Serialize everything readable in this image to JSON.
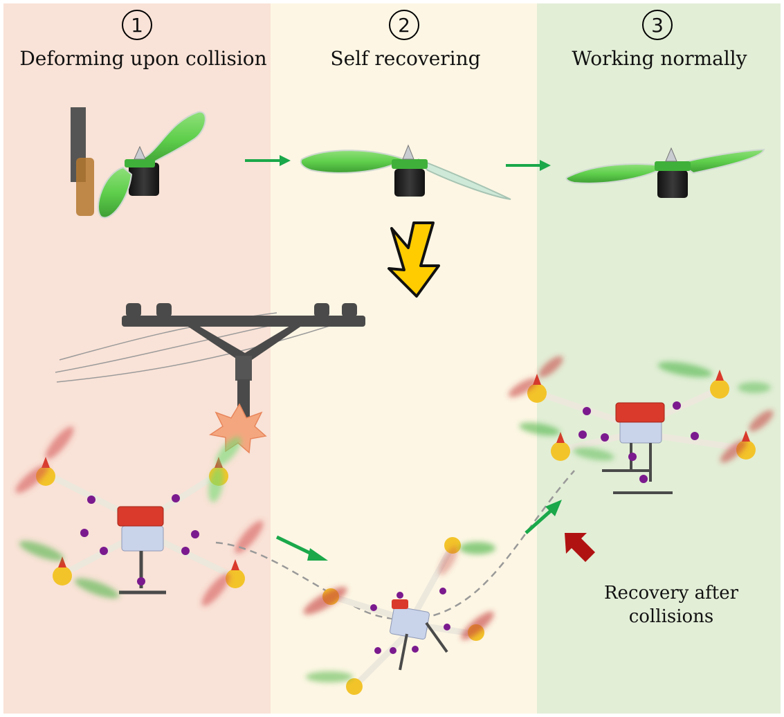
{
  "colors": {
    "panel_1_bg": "#f9e2d7",
    "panel_2_bg": "#fdf6e4",
    "panel_3_bg": "#e2eed6",
    "blade_green": "#5fcf4c",
    "arrow_green": "#1aa84a",
    "big_arrow_yellow": "#ffcc00",
    "impact_arrow_red": "#b01212",
    "pole_gray": "#4a4a4a",
    "frame_white": "#ece8dc",
    "joint_purple": "#7b1a8e",
    "motor_yellow": "#f3c42a",
    "battery_red": "#d93a2b"
  },
  "stages": [
    {
      "number": "1",
      "title": "Deforming upon collision"
    },
    {
      "number": "2",
      "title": "Self recovering"
    },
    {
      "number": "3",
      "title": "Working normally"
    }
  ],
  "annotation": {
    "line1": "Recovery after",
    "line2": "collisions"
  },
  "icons": {
    "stage_arrow": "green-right-arrow",
    "transition_arrow": "yellow-down-lightning-arrow",
    "impact": "orange-burst",
    "impact_arrow": "red-arrow",
    "path": "dashed-gray-trajectory"
  }
}
